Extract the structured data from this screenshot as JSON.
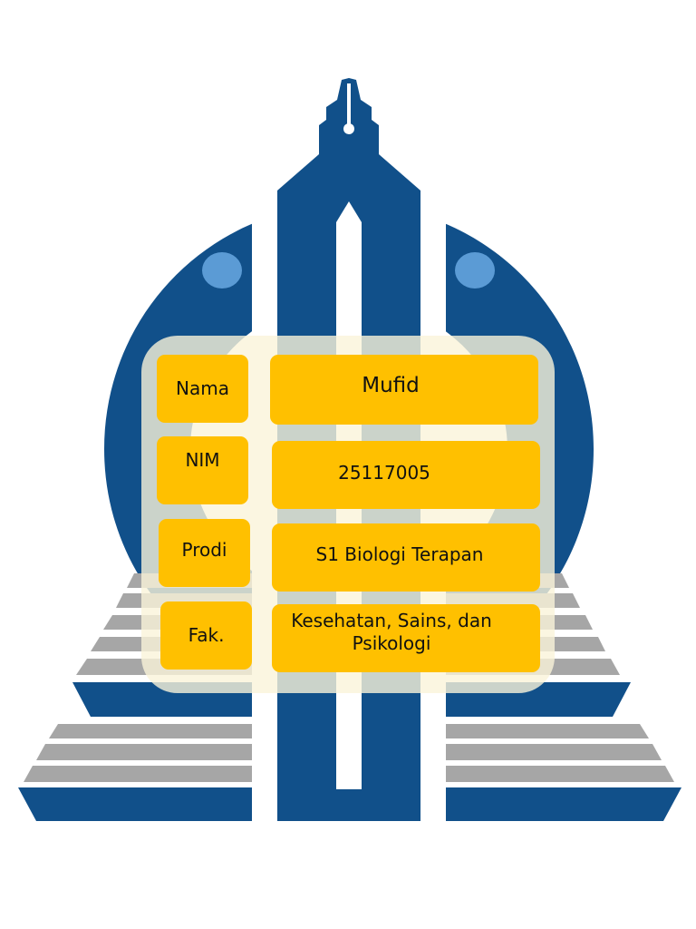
{
  "colors": {
    "logo_blue": "#11508A",
    "light_blue": "#5B9BD5",
    "gray_stripe": "#A6A6A6",
    "field_yellow": "#FFC000",
    "card_cream": "#FAF4DA"
  },
  "logo": {
    "icon": "university-logo"
  },
  "card": {
    "rows": [
      {
        "label": "Nama",
        "value": "Mufid"
      },
      {
        "label": "NIM",
        "value": "25117005"
      },
      {
        "label": "Prodi",
        "value": "S1 Biologi Terapan"
      },
      {
        "label": "Fak.",
        "value": "Kesehatan, Sains, dan Psikologi"
      }
    ]
  }
}
